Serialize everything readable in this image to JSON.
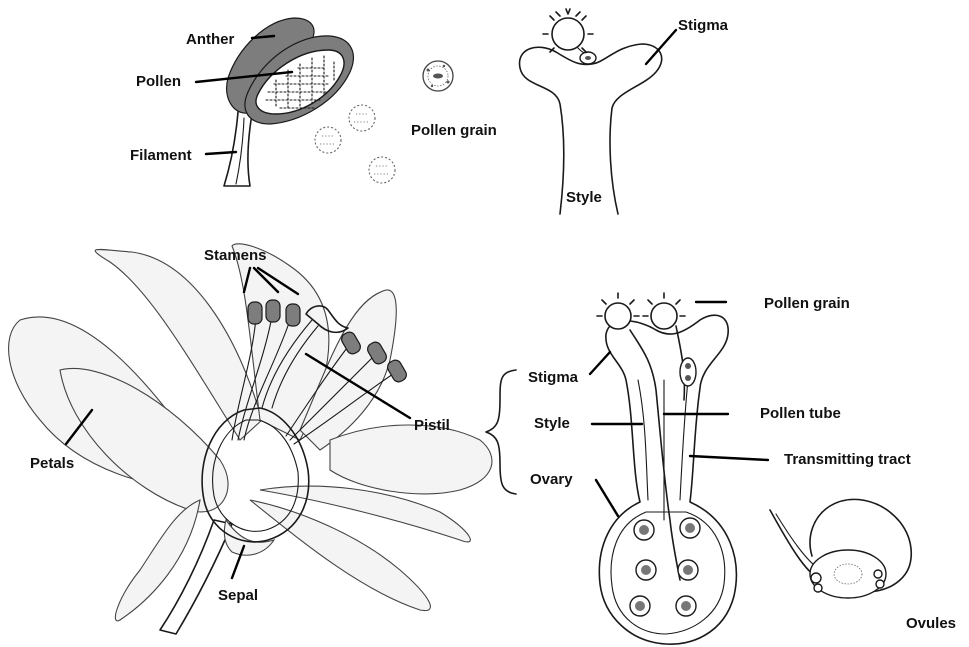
{
  "anther_detail": {
    "anther": "Anther",
    "pollen": "Pollen",
    "filament": "Filament",
    "pollen_grain": "Pollen grain"
  },
  "stigma_detail": {
    "stigma": "Stigma",
    "style": "Style"
  },
  "flower": {
    "stamens": "Stamens",
    "pistil": "Pistil",
    "petals": "Petals",
    "sepal": "Sepal"
  },
  "pistil_section": {
    "pollen_grain": "Pollen grain",
    "stigma": "Stigma",
    "style": "Style",
    "ovary": "Ovary",
    "pollen_tube": "Pollen tube",
    "transmitting_tract": "Transmitting tract",
    "ovules": "Ovules"
  },
  "colors": {
    "ink": "#1a1a1a",
    "anther_fill": "#7d7d7d",
    "petal_fill": "#f4f4f4",
    "background": "#ffffff"
  }
}
